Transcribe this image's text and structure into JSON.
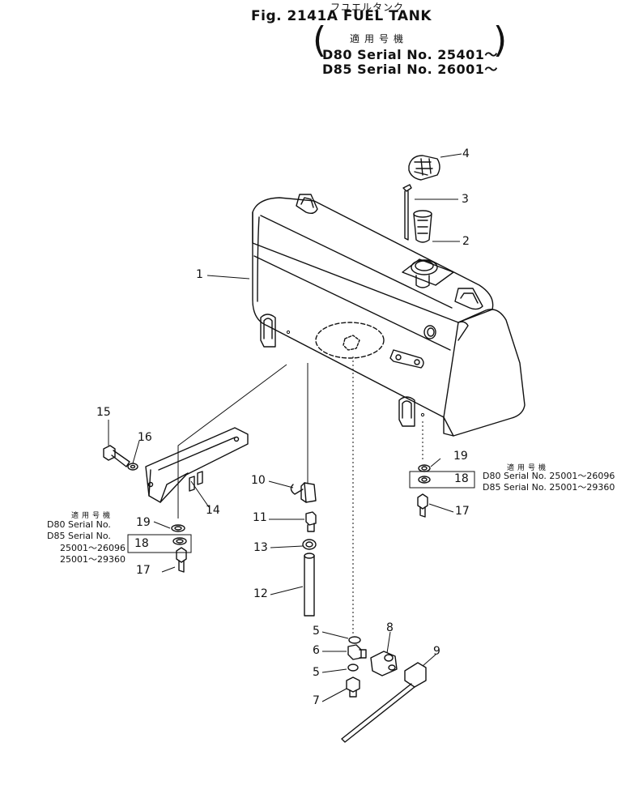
{
  "header": {
    "japanese_title": "フユエルタンク",
    "title": "Fig. 2141A FUEL TANK",
    "applicable_models_label": "適用号機",
    "serial_lines": [
      "D80 Serial No. 25401～",
      "D85 Serial No. 26001～"
    ]
  },
  "notes": {
    "right": {
      "header": "適用号機",
      "lines": [
        "D80 Serial No. 25001～26096",
        "D85 Serial No. 25001～29360"
      ]
    },
    "left": {
      "header": "適用号機",
      "lines": [
        "D80 Serial No.",
        "D85 Serial No."
      ],
      "ranges": [
        "25001～26096",
        "25001～29360"
      ]
    }
  },
  "callouts": {
    "c1": "1",
    "c2": "2",
    "c3": "3",
    "c4": "4",
    "c5a": "5",
    "c5b": "5",
    "c6": "6",
    "c7": "7",
    "c8": "8",
    "c9": "9",
    "c10": "10",
    "c11": "11",
    "c12": "12",
    "c13": "13",
    "c14": "14",
    "c15": "15",
    "c16": "16",
    "c17a": "17",
    "c17b": "17",
    "c18a": "18",
    "c18b": "18",
    "c19a": "19",
    "c19b": "19"
  }
}
